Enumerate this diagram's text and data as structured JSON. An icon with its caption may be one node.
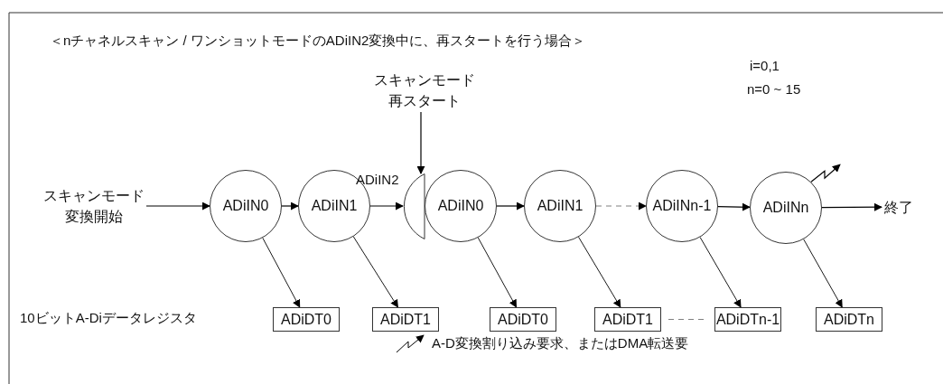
{
  "diagram": {
    "title": "＜nチャネルスキャン / ワンショットモードのADiIN2変換中に、再スタートを行う場合＞",
    "nodes": [
      {
        "text": [
          "スキャンモード変換開始"
        ]
      },
      {
        "text": [
          "ADiIN0"
        ]
      },
      {
        "text": [
          "ADiIN1"
        ]
      },
      {
        "text": [],
        "shape": "circle",
        "beside": [
          "ADiIN2"
        ]
      },
      {
        "text": [
          "ADiIN0"
        ]
      },
      {
        "text": [
          "ADiIN1"
        ]
      },
      {
        "text": [
          "ADiINn-1"
        ]
      },
      {
        "text": [
          "ADiINn"
        ]
      },
      {
        "text": [
          "終了"
        ]
      },
      {
        "text": [
          "スキャンモード再スタート"
        ]
      },
      {
        "text": [
          "ADiDT0"
        ]
      },
      {
        "text": [
          "ADiDT1"
        ]
      },
      {
        "text": [
          "ADiDT0"
        ]
      },
      {
        "text": [
          "ADiDT1"
        ]
      },
      {
        "text": [
          "ADiDTn-1"
        ]
      },
      {
        "text": [
          "ADiDTn"
        ]
      }
    ],
    "edges": [
      {
        "from": 0,
        "to": 1,
        "arrow": "to"
      },
      {
        "from": 1,
        "to": 2,
        "arrow": "to"
      },
      {
        "from": 2,
        "to": 3,
        "arrow": "to"
      },
      {
        "from": 9,
        "to": 3,
        "arrow": "to"
      },
      {
        "from": 4,
        "to": 5,
        "arrow": "to"
      },
      {
        "from": 5,
        "to": 6,
        "arrow": "to",
        "style": "dashed",
        "color": "#808080"
      },
      {
        "from": 6,
        "to": 7,
        "arrow": "to"
      },
      {
        "from": 7,
        "to": 8,
        "arrow": "to"
      },
      {
        "from": 1,
        "to": 10,
        "arrow": "to"
      },
      {
        "from": 2,
        "to": 11,
        "arrow": "to"
      },
      {
        "from": 4,
        "to": 12,
        "arrow": "to"
      },
      {
        "from": 5,
        "to": 13,
        "arrow": "to"
      },
      {
        "from": 6,
        "to": 14,
        "arrow": "to"
      },
      {
        "from": 7,
        "to": 15,
        "arrow": "to"
      },
      {
        "from": 13,
        "to": 14,
        "arrow": "none",
        "style": "dashed",
        "color": "#808080"
      },
      {
        "from": 7,
        "to": null,
        "arrow": "to"
      }
    ],
    "labels": [
      "i=0,1",
      "n=0 ~ 15",
      "10ビットA-Diデータレジスタ"
    ],
    "legend": [
      {
        "text": "A-D変換割り込み要求、またはDMA転送要"
      }
    ]
  }
}
